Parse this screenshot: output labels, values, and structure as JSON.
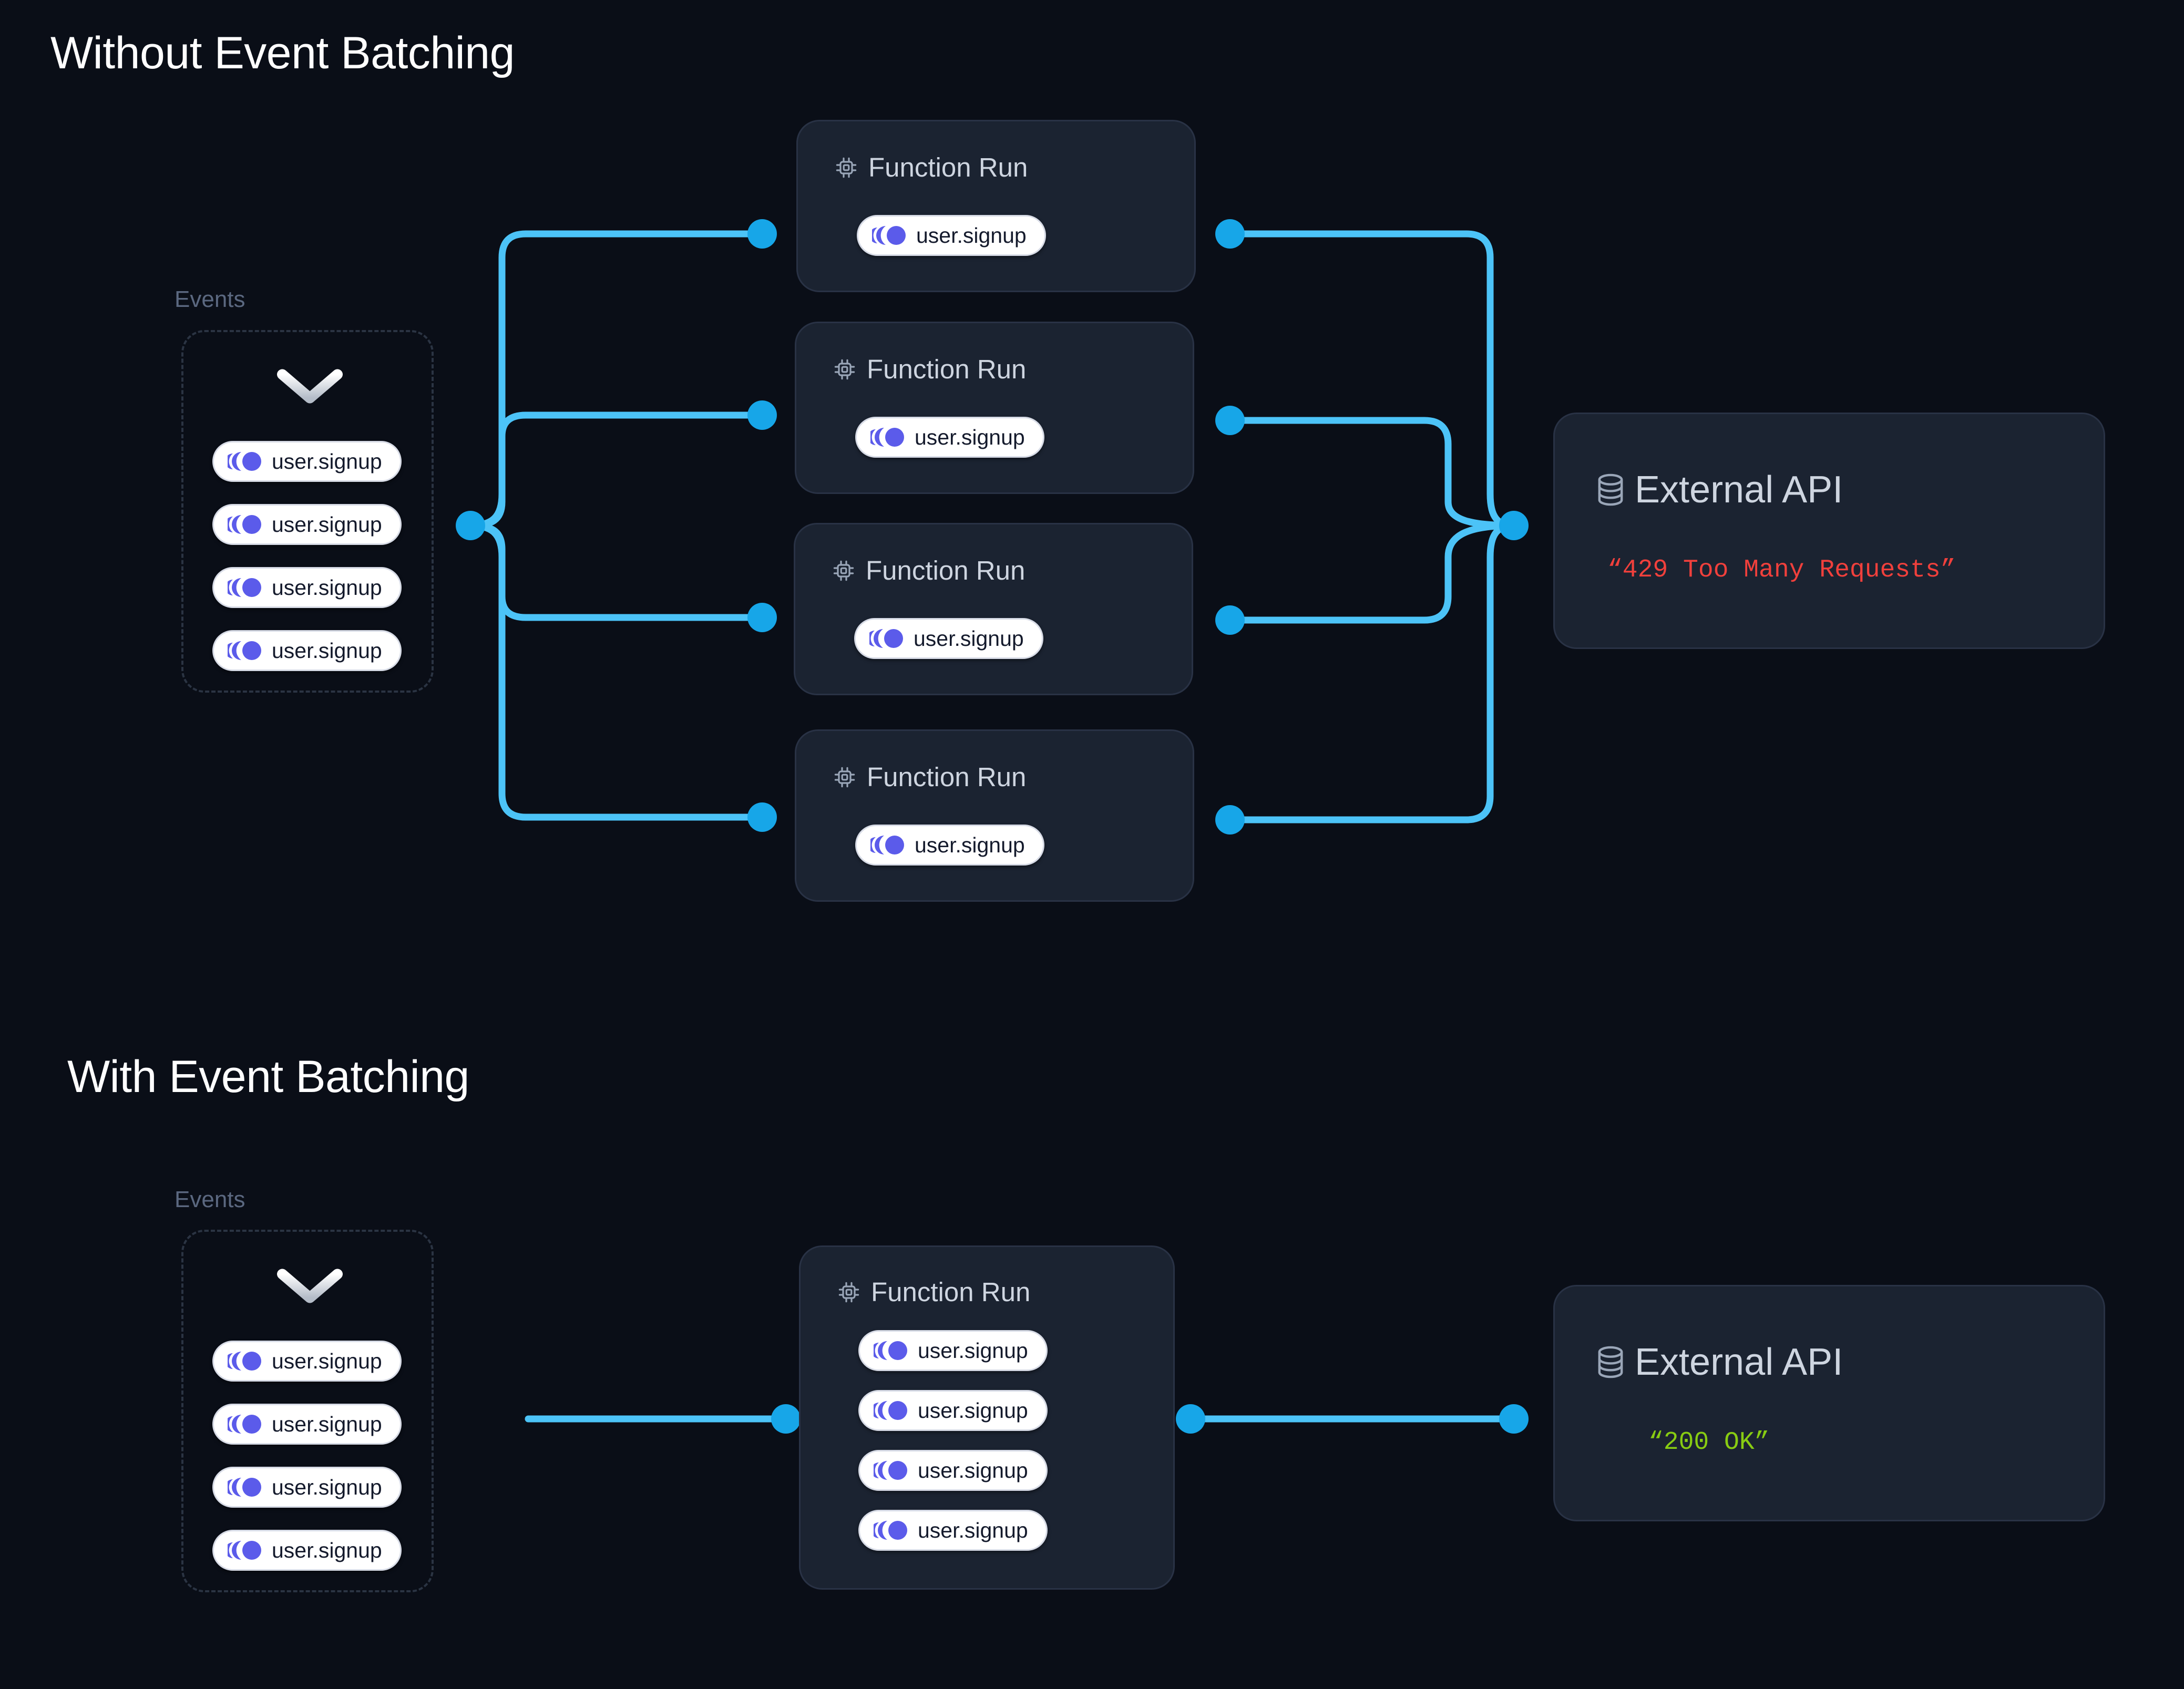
{
  "page": {
    "background": "#0a0e17",
    "wire_color": "#35b6f2",
    "wire_color_light": "#4cc3f7",
    "event_icon_color": "#5b5bea",
    "card_bg": "#1b2331",
    "card_border": "#293245"
  },
  "sections": [
    {
      "id": "without",
      "title": "Without Event Batching",
      "events_caption": "Events",
      "events": [
        {
          "label": "user.signup",
          "icon": "event-icon"
        },
        {
          "label": "user.signup",
          "icon": "event-icon"
        },
        {
          "label": "user.signup",
          "icon": "event-icon"
        },
        {
          "label": "user.signup",
          "icon": "event-icon"
        }
      ],
      "function_runs": [
        {
          "title": "Function Run",
          "icon": "chip-icon",
          "events": [
            {
              "label": "user.signup"
            }
          ]
        },
        {
          "title": "Function Run",
          "icon": "chip-icon",
          "events": [
            {
              "label": "user.signup"
            }
          ]
        },
        {
          "title": "Function Run",
          "icon": "chip-icon",
          "events": [
            {
              "label": "user.signup"
            }
          ]
        },
        {
          "title": "Function Run",
          "icon": "chip-icon",
          "events": [
            {
              "label": "user.signup"
            }
          ]
        }
      ],
      "external_api": {
        "title": "External API",
        "icon": "database-icon",
        "status": "“429 Too Many Requests”",
        "status_color": "#f0403c"
      }
    },
    {
      "id": "with",
      "title": "With Event Batching",
      "events_caption": "Events",
      "events": [
        {
          "label": "user.signup",
          "icon": "event-icon"
        },
        {
          "label": "user.signup",
          "icon": "event-icon"
        },
        {
          "label": "user.signup",
          "icon": "event-icon"
        },
        {
          "label": "user.signup",
          "icon": "event-icon"
        }
      ],
      "function_runs": [
        {
          "title": "Function Run",
          "icon": "chip-icon",
          "events": [
            {
              "label": "user.signup"
            },
            {
              "label": "user.signup"
            },
            {
              "label": "user.signup"
            },
            {
              "label": "user.signup"
            }
          ]
        }
      ],
      "external_api": {
        "title": "External API",
        "icon": "database-icon",
        "status": "“200 OK”",
        "status_color": "#88cc12"
      }
    }
  ]
}
